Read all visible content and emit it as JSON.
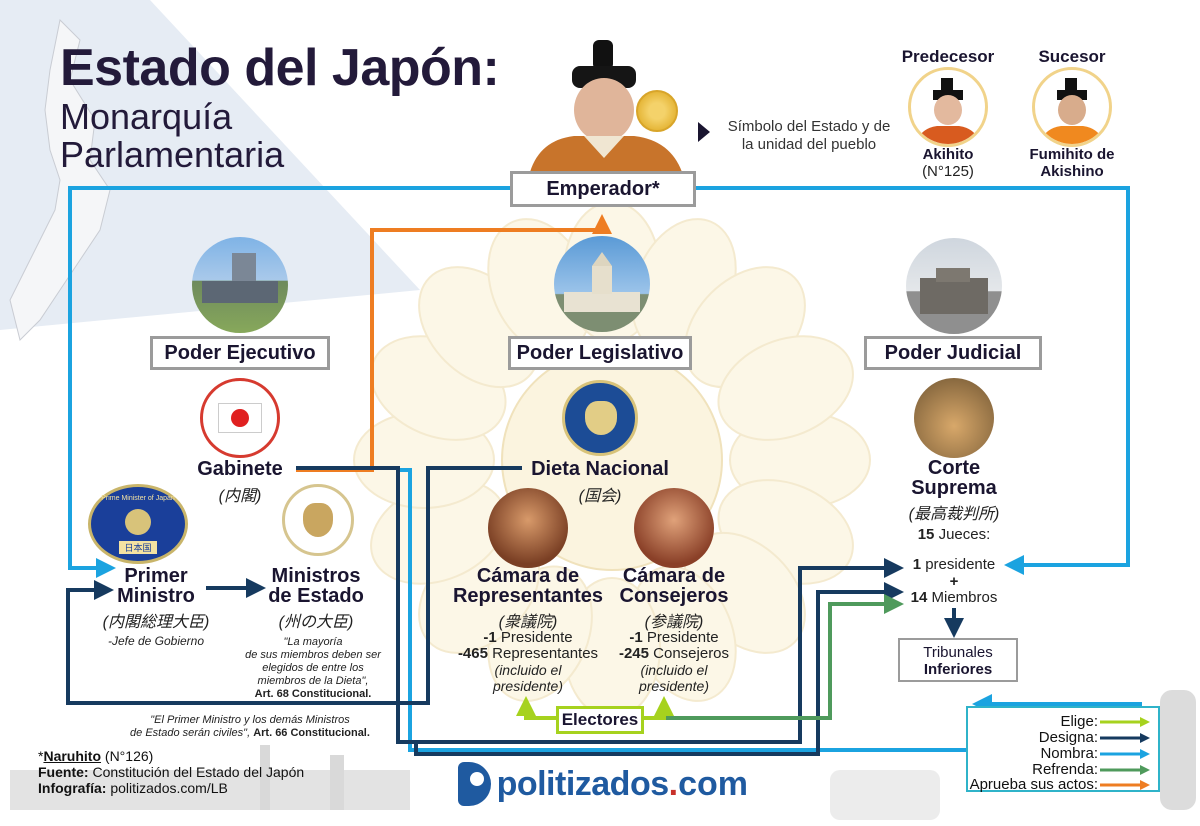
{
  "title": {
    "line1": "Estado del Japón:",
    "line2a": "Monarquía",
    "line2b": "Parlamentaria"
  },
  "emperor": {
    "label": "Emperador*",
    "symbol_text_1": "Símbolo del Estado y de",
    "symbol_text_2": "la unidad del pueblo"
  },
  "succession": {
    "predecessor_heading": "Predecesor",
    "predecessor_name": "Akihito",
    "predecessor_number": "(N°125)",
    "successor_heading": "Sucesor",
    "successor_name_1": "Fumihito de",
    "successor_name_2": "Akishino"
  },
  "executive": {
    "label": "Poder Ejecutivo",
    "cabinet": "Gabinete",
    "cabinet_kanji": "(内閣)",
    "pm_1": "Primer",
    "pm_2": "Ministro",
    "pm_kanji": "(内閣総理大臣)",
    "pm_note": "-Jefe de Gobierno",
    "pm_seal_top": "Prime Minister of Japan",
    "pm_seal_bottom": "日本国",
    "ministers_1": "Ministros",
    "ministers_2": "de Estado",
    "ministers_kanji": "(州の大臣)",
    "ministers_note_1": "\"La mayoría",
    "ministers_note_2": "de sus miembros deben ser",
    "ministers_note_3": "elegidos de entre los",
    "ministers_note_4": "miembros de la Dieta\",",
    "ministers_note_5": "Art. 68 Constitucional.",
    "civil_note_1": "\"El Primer Ministro y los demás Ministros",
    "civil_note_2": "de Estado serán civiles\",",
    "civil_note_3": "Art. 66 Constitucional."
  },
  "legislative": {
    "label": "Poder Legislativo",
    "diet": "Dieta Nacional",
    "diet_kanji": "(国会)",
    "reps_1": "Cámara de",
    "reps_2": "Representantes",
    "reps_kanji": "(衆議院)",
    "reps_pres_num": "-1",
    "reps_pres": "Presidente",
    "reps_members_num": "-465",
    "reps_members": "Representantes",
    "reps_incl_1": "(incluido el",
    "reps_incl_2": "presidente)",
    "councillors_1": "Cámara de",
    "councillors_2": "Consejeros",
    "councillors_kanji": "(参議院)",
    "coun_pres_num": "-1",
    "coun_pres": "Presidente",
    "coun_members_num": "-245",
    "coun_members": "Consejeros",
    "coun_incl_1": "(incluido el",
    "coun_incl_2": "presidente)",
    "electors": "Electores"
  },
  "judicial": {
    "label": "Poder Judicial",
    "court_1": "Corte",
    "court_2": "Suprema",
    "court_kanji": "(最高裁判所)",
    "judges_num": "15",
    "judges": "Jueces:",
    "president_num": "1",
    "president": "presidente",
    "plus": "+",
    "members_num": "14",
    "members": "Miembros",
    "lower_1": "Tribunales",
    "lower_2": "Inferiores"
  },
  "footer": {
    "star": "*",
    "naruhito": "Naruhito",
    "naruhito_num": "(N°126)",
    "source_label": "Fuente:",
    "source": "Constitución del Estado del Japón",
    "info_label": "Infografía:",
    "info": "politizados.com/LB",
    "brand_main": "politizados",
    "brand_dot": ".",
    "brand_tld": "com"
  },
  "legend": {
    "elige": "Elige:",
    "designa": "Designa:",
    "nombra": "Nombra:",
    "refrenda": "Refrenda:",
    "aprueba": "Aprueba sus actos:"
  },
  "colors": {
    "elige": "#a6d21e",
    "designa": "#163a5f",
    "nombra": "#1ba3e0",
    "refrenda": "#4f9a5c",
    "aprueba": "#ee7d22",
    "title": "#231a3a",
    "box_border": "#9b9b9b"
  }
}
